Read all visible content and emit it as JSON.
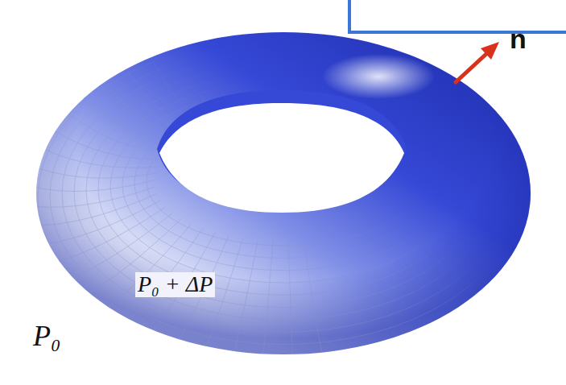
{
  "diagram": {
    "labels": [
      "n",
      "P₀ + ΔP",
      "P₀"
    ]
  }
}
